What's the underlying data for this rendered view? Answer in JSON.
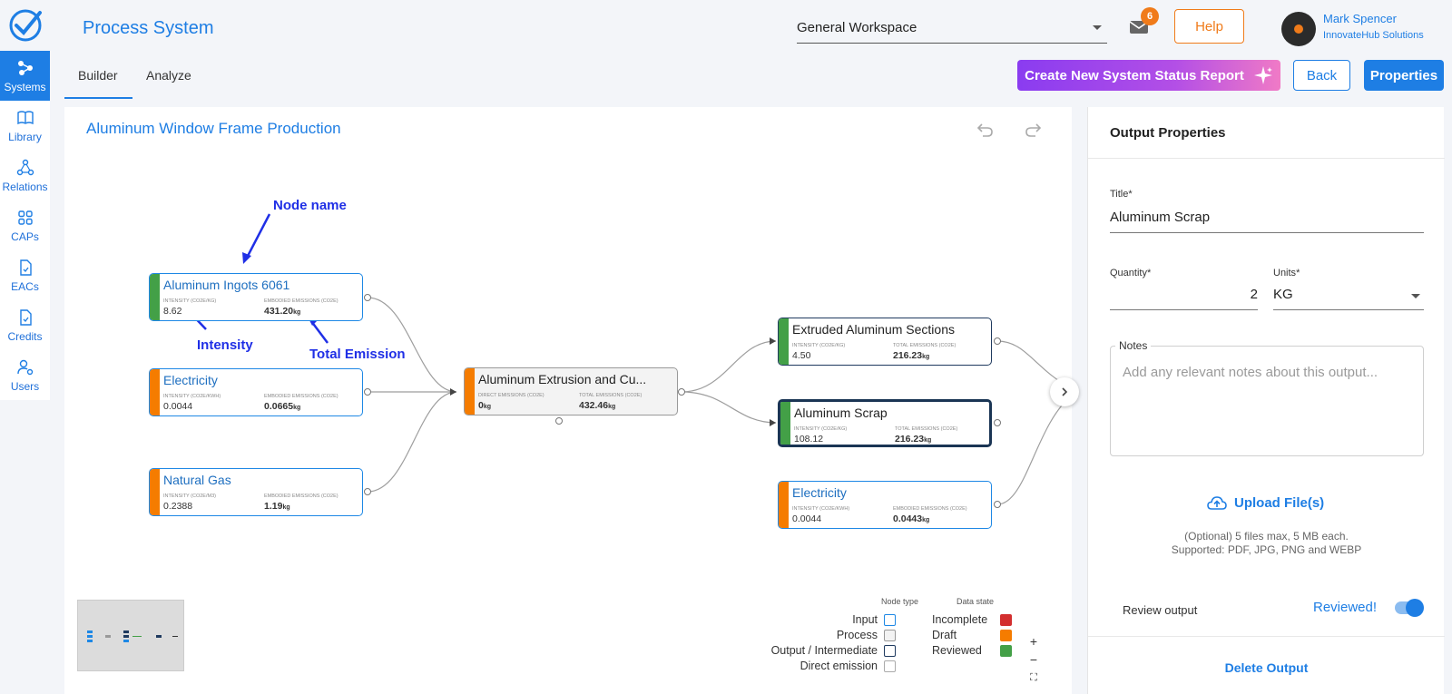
{
  "header": {
    "app_title": "Process System",
    "workspace": "General Workspace",
    "mail_count": "6",
    "help_label": "Help",
    "user_name": "Mark Spencer",
    "user_org": "InnovateHub Solutions"
  },
  "sidebar": {
    "items": [
      {
        "label": "Systems",
        "icon": "systems-icon",
        "active": true
      },
      {
        "label": "Library",
        "icon": "book-icon"
      },
      {
        "label": "Relations",
        "icon": "relations-icon"
      },
      {
        "label": "CAPs",
        "icon": "grid-icon"
      },
      {
        "label": "EACs",
        "icon": "document-icon"
      },
      {
        "label": "Credits",
        "icon": "credit-doc-icon"
      },
      {
        "label": "Users",
        "icon": "users-gear-icon"
      }
    ]
  },
  "tabs": {
    "builder": "Builder",
    "analyze": "Analyze"
  },
  "toolbar": {
    "create_report": "Create New System Status Report",
    "back": "Back",
    "properties": "Properties"
  },
  "canvas": {
    "title": "Aluminum Window Frame Production",
    "nodes": [
      {
        "name": "Aluminum Ingots 6061",
        "k1": "INTENSITY (CO2e/KG)",
        "v1": "8.62",
        "k2": "EMBODIED EMISSIONS (CO2e)",
        "v2": "431.20",
        "unit": "kg"
      },
      {
        "name": "Electricity",
        "k1": "INTENSITY (CO2e/kwh)",
        "v1": "0.0044",
        "k2": "EMBODIED EMISSIONS (CO2e)",
        "v2": "0.0665",
        "unit": "kg"
      },
      {
        "name": "Natural Gas",
        "k1": "INTENSITY (CO2e/m3)",
        "v1": "0.2388",
        "k2": "EMBODIED EMISSIONS (CO2e)",
        "v2": "1.19",
        "unit": "kg"
      },
      {
        "name": "Aluminum Extrusion and Cu...",
        "k1": "DIRECT EMISSIONS (CO2e)",
        "v1": "0",
        "k2": "TOTAL EMISSIONS (CO2e)",
        "v2": "432.46",
        "unit": "kg"
      },
      {
        "name": "Extruded Aluminum Sections",
        "k1": "INTENSITY (CO2e/KG)",
        "v1": "4.50",
        "k2": "TOTAL EMISSIONS (CO2e)",
        "v2": "216.23",
        "unit": "kg"
      },
      {
        "name": "Aluminum Scrap",
        "k1": "INTENSITY (CO2e/KG)",
        "v1": "108.12",
        "k2": "TOTAL EMISSIONS (CO2e)",
        "v2": "216.23",
        "unit": "kg"
      },
      {
        "name": "Electricity",
        "k1": "INTENSITY (CO2e/kwh)",
        "v1": "0.0044",
        "k2": "EMBODIED EMISSIONS (CO2e)",
        "v2": "0.0443",
        "unit": "kg"
      }
    ],
    "annotations": {
      "node_name": "Node name",
      "intensity": "Intensity",
      "total_emission": "Total Emission"
    },
    "legend": {
      "node_type_heading": "Node type",
      "data_state_heading": "Data state",
      "input": "Input",
      "process": "Process",
      "output": "Output / Intermediate",
      "direct": "Direct emission",
      "incomplete": "Incomplete",
      "draft": "Draft",
      "reviewed": "Reviewed",
      "colors": {
        "incomplete": "#d32f2f",
        "draft": "#f57c00",
        "reviewed": "#43a047"
      }
    },
    "zoom": {
      "in": "+",
      "out": "−",
      "fit": "⛶"
    }
  },
  "properties_panel": {
    "title": "Output Properties",
    "title_label": "Title",
    "title_value": "Aluminum Scrap",
    "quantity_label": "Quantity",
    "quantity_value": "2",
    "units_label": "Units",
    "units_value": "KG",
    "notes_label": "Notes",
    "notes_placeholder": "Add any relevant notes about this output...",
    "upload_label": "Upload File(s)",
    "upload_note_1": "(Optional) 5 files max, 5 MB each.",
    "upload_note_2": "Supported: PDF, JPG, PNG and WEBP",
    "review_label": "Review output",
    "review_state": "Reviewed!",
    "delete_label": "Delete Output"
  },
  "colors": {
    "accent": "#1e7ee4",
    "warning": "#f07b1a"
  }
}
